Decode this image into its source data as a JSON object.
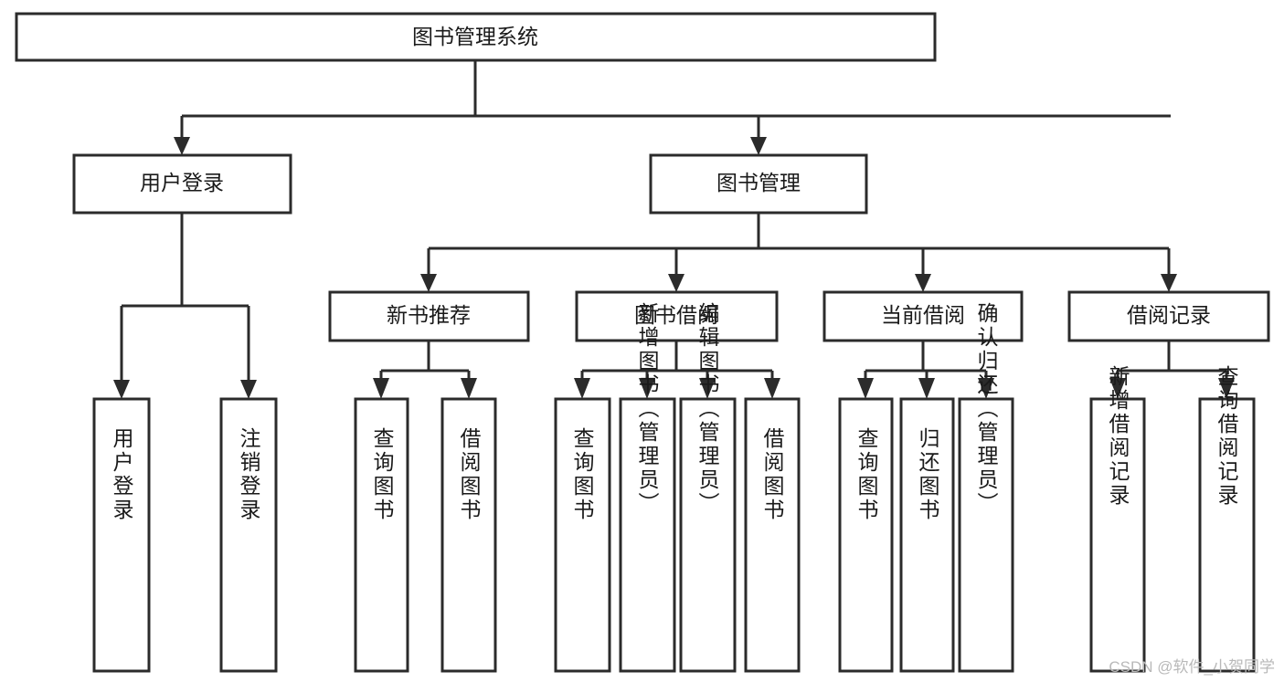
{
  "diagram": {
    "type": "tree-hierarchy",
    "title": "图书管理系统",
    "watermark": "CSDN @软件_小贺同学",
    "colors": {
      "stroke": "#2b2b2b",
      "fill": "#ffffff",
      "text": "#1a1a1a",
      "watermark": "#b9b9b9",
      "background": "#ffffff"
    },
    "levels": {
      "root": {
        "label": "图书管理系统"
      },
      "level2": [
        {
          "id": "user-login",
          "label": "用户登录"
        },
        {
          "id": "book-manage",
          "label": "图书管理"
        }
      ],
      "level3": [
        {
          "id": "new-book-rec",
          "label": "新书推荐",
          "parent": "book-manage"
        },
        {
          "id": "book-borrow",
          "label": "图书借阅",
          "parent": "book-manage"
        },
        {
          "id": "current-borrow",
          "label": "当前借阅",
          "parent": "book-manage"
        },
        {
          "id": "borrow-record",
          "label": "借阅记录",
          "parent": "book-manage"
        }
      ],
      "leaves": [
        {
          "id": "leaf-user-login",
          "label": "用户登录",
          "parent": "user-login"
        },
        {
          "id": "leaf-logout",
          "label": "注销登录",
          "parent": "user-login"
        },
        {
          "id": "leaf-query-book-1",
          "label": "查询图书",
          "parent": "new-book-rec"
        },
        {
          "id": "leaf-borrow-book-1",
          "label": "借阅图书",
          "parent": "new-book-rec"
        },
        {
          "id": "leaf-query-book-2",
          "label": "查询图书",
          "parent": "book-borrow"
        },
        {
          "id": "leaf-add-book",
          "label": "新增图书（管理员）",
          "parent": "book-borrow"
        },
        {
          "id": "leaf-edit-book",
          "label": "编辑图书（管理员）",
          "parent": "book-borrow"
        },
        {
          "id": "leaf-borrow-book-2",
          "label": "借阅图书",
          "parent": "book-borrow"
        },
        {
          "id": "leaf-query-book-3",
          "label": "查询图书",
          "parent": "current-borrow"
        },
        {
          "id": "leaf-return-book",
          "label": "归还图书",
          "parent": "current-borrow"
        },
        {
          "id": "leaf-confirm-return",
          "label": "确认归还（管理员）",
          "parent": "current-borrow"
        },
        {
          "id": "leaf-add-record",
          "label": "新增借阅记录",
          "parent": "borrow-record"
        },
        {
          "id": "leaf-query-record",
          "label": "查询借阅记录",
          "parent": "borrow-record"
        }
      ]
    }
  }
}
